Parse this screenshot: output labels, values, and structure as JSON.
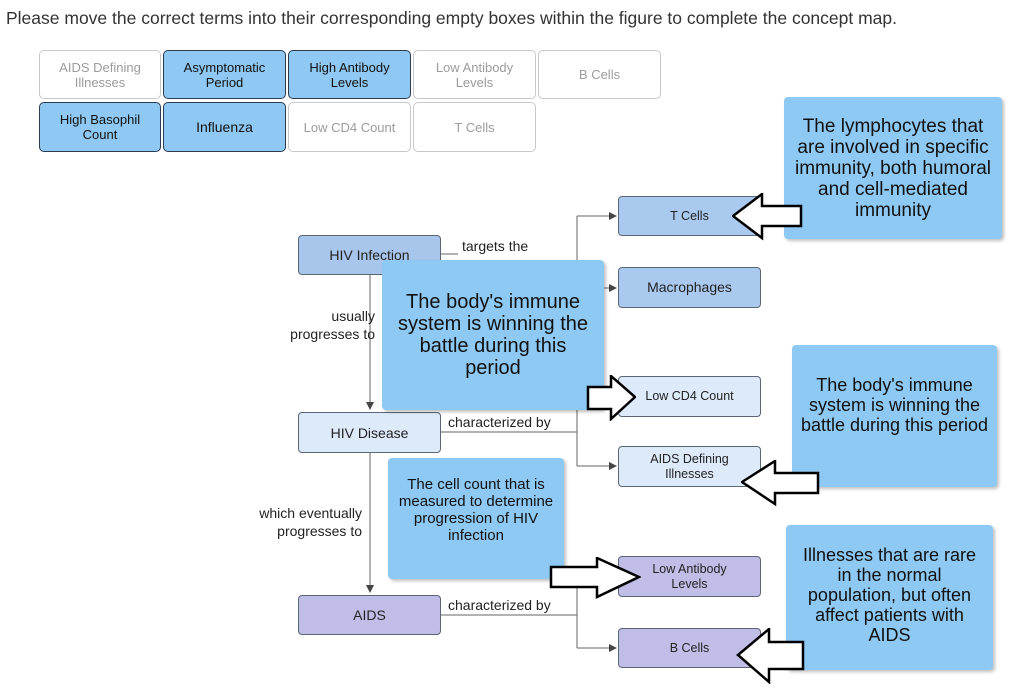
{
  "instruction": "Please move the correct terms into their corresponding empty boxes within the figure to complete the concept map.",
  "term_bank": {
    "row1": [
      {
        "label": "AIDS Defining Illnesses",
        "state": "placed"
      },
      {
        "label": "Asymptomatic Period",
        "state": "available"
      },
      {
        "label": "High Antibody Levels",
        "state": "available"
      },
      {
        "label": "Low Antibody Levels",
        "state": "placed"
      },
      {
        "label": "B Cells",
        "state": "placed"
      }
    ],
    "row2": [
      {
        "label": "High Basophil Count",
        "state": "available"
      },
      {
        "label": "Influenza",
        "state": "available"
      },
      {
        "label": "Low CD4 Count",
        "state": "placed"
      },
      {
        "label": "T Cells",
        "state": "placed"
      }
    ]
  },
  "map": {
    "hiv_infection": "HIV Infection",
    "hiv_disease": "HIV Disease",
    "aids": "AIDS",
    "link_targets": "targets the",
    "link_usually": "usually\nprogresses to",
    "link_characterized_1": "characterized by",
    "link_eventually": "which eventually\nprogresses to",
    "link_characterized_2": "characterized by"
  },
  "slots": {
    "t_cells": "T Cells",
    "macrophages": "Macrophages",
    "low_cd4": "Low CD4 Count",
    "aids_illnesses": "AIDS Defining\nIllnesses",
    "low_antibody": "Low Antibody\nLevels",
    "b_cells": "B Cells"
  },
  "callouts": {
    "lymphocytes": "The lymphocytes that are involved in specific immunity, both humoral and cell-mediated immunity",
    "winning_large": "The body's immune system is winning the battle during this period",
    "winning_small": "The body's immune system is winning the battle during this period",
    "cell_count": "The cell count that is measured to determine progression of HIV infection",
    "rare_illnesses": "Illnesses that are rare in the normal population, but often affect patients with AIDS"
  },
  "colors": {
    "tile_active": "#8ec8f3",
    "callout": "#8ec9f4",
    "hiv_node": "#a8c6ec",
    "disease_node": "#dceafa",
    "aids_node": "#c0bde6"
  }
}
